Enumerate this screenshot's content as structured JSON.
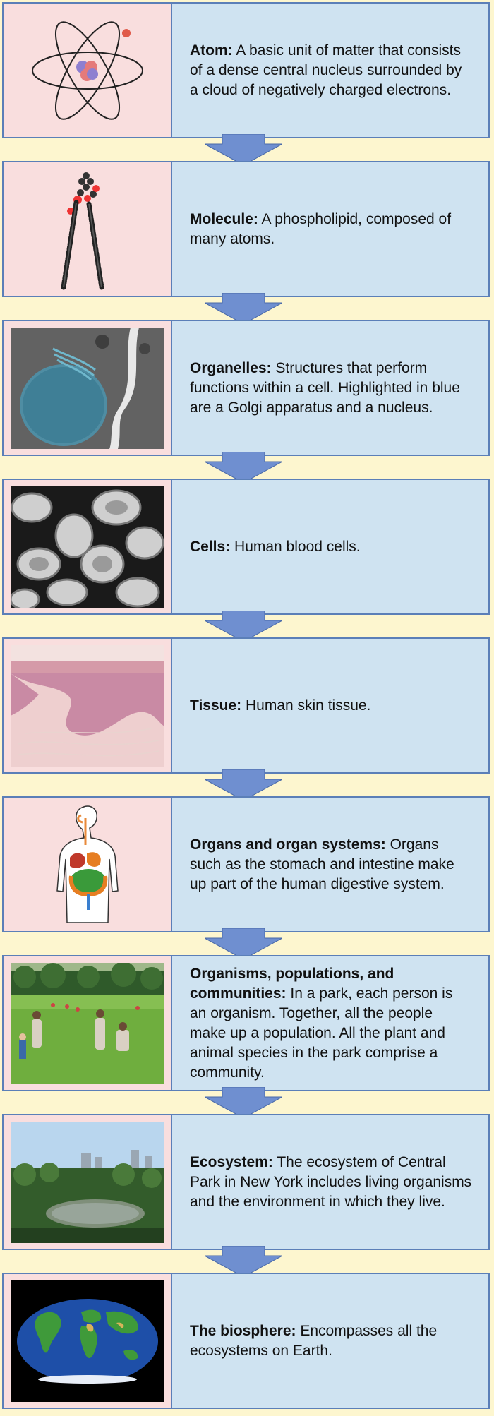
{
  "levels": [
    {
      "title": "Atom:",
      "text": " A basic unit of matter that consists of a dense central nucleus surrounded by a cloud of negatively charged electrons.",
      "icon": "atom-icon"
    },
    {
      "title": "Molecule:",
      "text": " A phospholipid, composed of many atoms.",
      "icon": "phospholipid-molecule-icon"
    },
    {
      "title": "Organelles:",
      "text": " Structures that perform functions within a cell. Highlighted in blue are a Golgi apparatus and a nucleus.",
      "icon": "organelles-micrograph-image"
    },
    {
      "title": "Cells:",
      "text": " Human blood cells.",
      "icon": "blood-cells-image"
    },
    {
      "title": "Tissue:",
      "text": " Human skin tissue.",
      "icon": "skin-tissue-image"
    },
    {
      "title": "Organs and organ systems:",
      "text": " Organs such as the stomach and intestine make up part of the human digestive system.",
      "icon": "digestive-system-icon"
    },
    {
      "title": "Organisms, populations, and communities:",
      "text": " In a park, each person is an organism. Together, all the people make up a population. All the plant and animal species in the park comprise a community.",
      "icon": "park-people-image"
    },
    {
      "title": "Ecosystem:",
      "text": " The ecosystem of Central Park in New York includes living organisms and the environment in which they live.",
      "icon": "central-park-image"
    },
    {
      "title": "The biosphere:",
      "text": " Encompasses all the ecosystems on Earth.",
      "icon": "earth-map-image"
    }
  ],
  "colors": {
    "background": "#fdf6cf",
    "image_panel": "#f9dede",
    "text_panel": "#cfe3f1",
    "border": "#5b7fb8",
    "arrow": "#6f8fd0"
  }
}
